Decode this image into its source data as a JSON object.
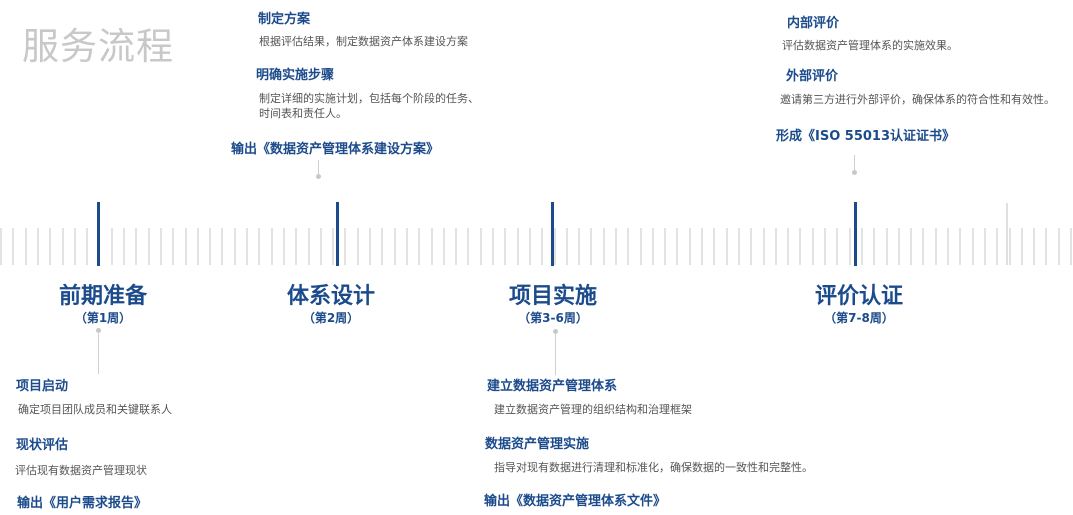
{
  "page": {
    "title": "服务流程"
  },
  "phases": [
    {
      "name": "前期准备",
      "week": "（第1周）"
    },
    {
      "name": "体系设计",
      "week": "（第2周）"
    },
    {
      "name": "项目实施",
      "week": "（第3-6周）"
    },
    {
      "name": "评价认证",
      "week": "（第7-8周）"
    }
  ],
  "phase1": {
    "items": [
      {
        "title": "项目启动",
        "desc": "确定项目团队成员和关键联系人"
      },
      {
        "title": "现状评估",
        "desc": "评估现有数据资产管理现状"
      }
    ],
    "output": "输出《用户需求报告》"
  },
  "phase2": {
    "items": [
      {
        "title": "制定方案",
        "desc": "根据评估结果，制定数据资产体系建设方案"
      },
      {
        "title": "明确实施步骤",
        "desc": "制定详细的实施计划，包括每个阶段的任务、",
        "desc2": "时间表和责任人。"
      }
    ],
    "output": "输出《数据资产管理体系建设方案》"
  },
  "phase3": {
    "items": [
      {
        "title": "建立数据资产管理体系",
        "desc": "建立数据资产管理的组织结构和治理框架"
      },
      {
        "title": "数据资产管理实施",
        "desc": "指导对现有数据进行清理和标准化，确保数据的一致性和完整性。"
      }
    ],
    "output": "输出《数据资产管理体系文件》"
  },
  "phase4": {
    "items": [
      {
        "title": "内部评价",
        "desc": "评估数据资产管理体系的实施效果。"
      },
      {
        "title": "外部评价",
        "desc": "邀请第三方进行外部评价，确保体系的符合性和有效性。"
      }
    ],
    "output": "形成《ISO 55013认证证书》"
  },
  "colors": {
    "accent": "#1c4b8c",
    "title": "#c8c8c8",
    "tick": "#e3e3e3",
    "text": "#555555"
  }
}
